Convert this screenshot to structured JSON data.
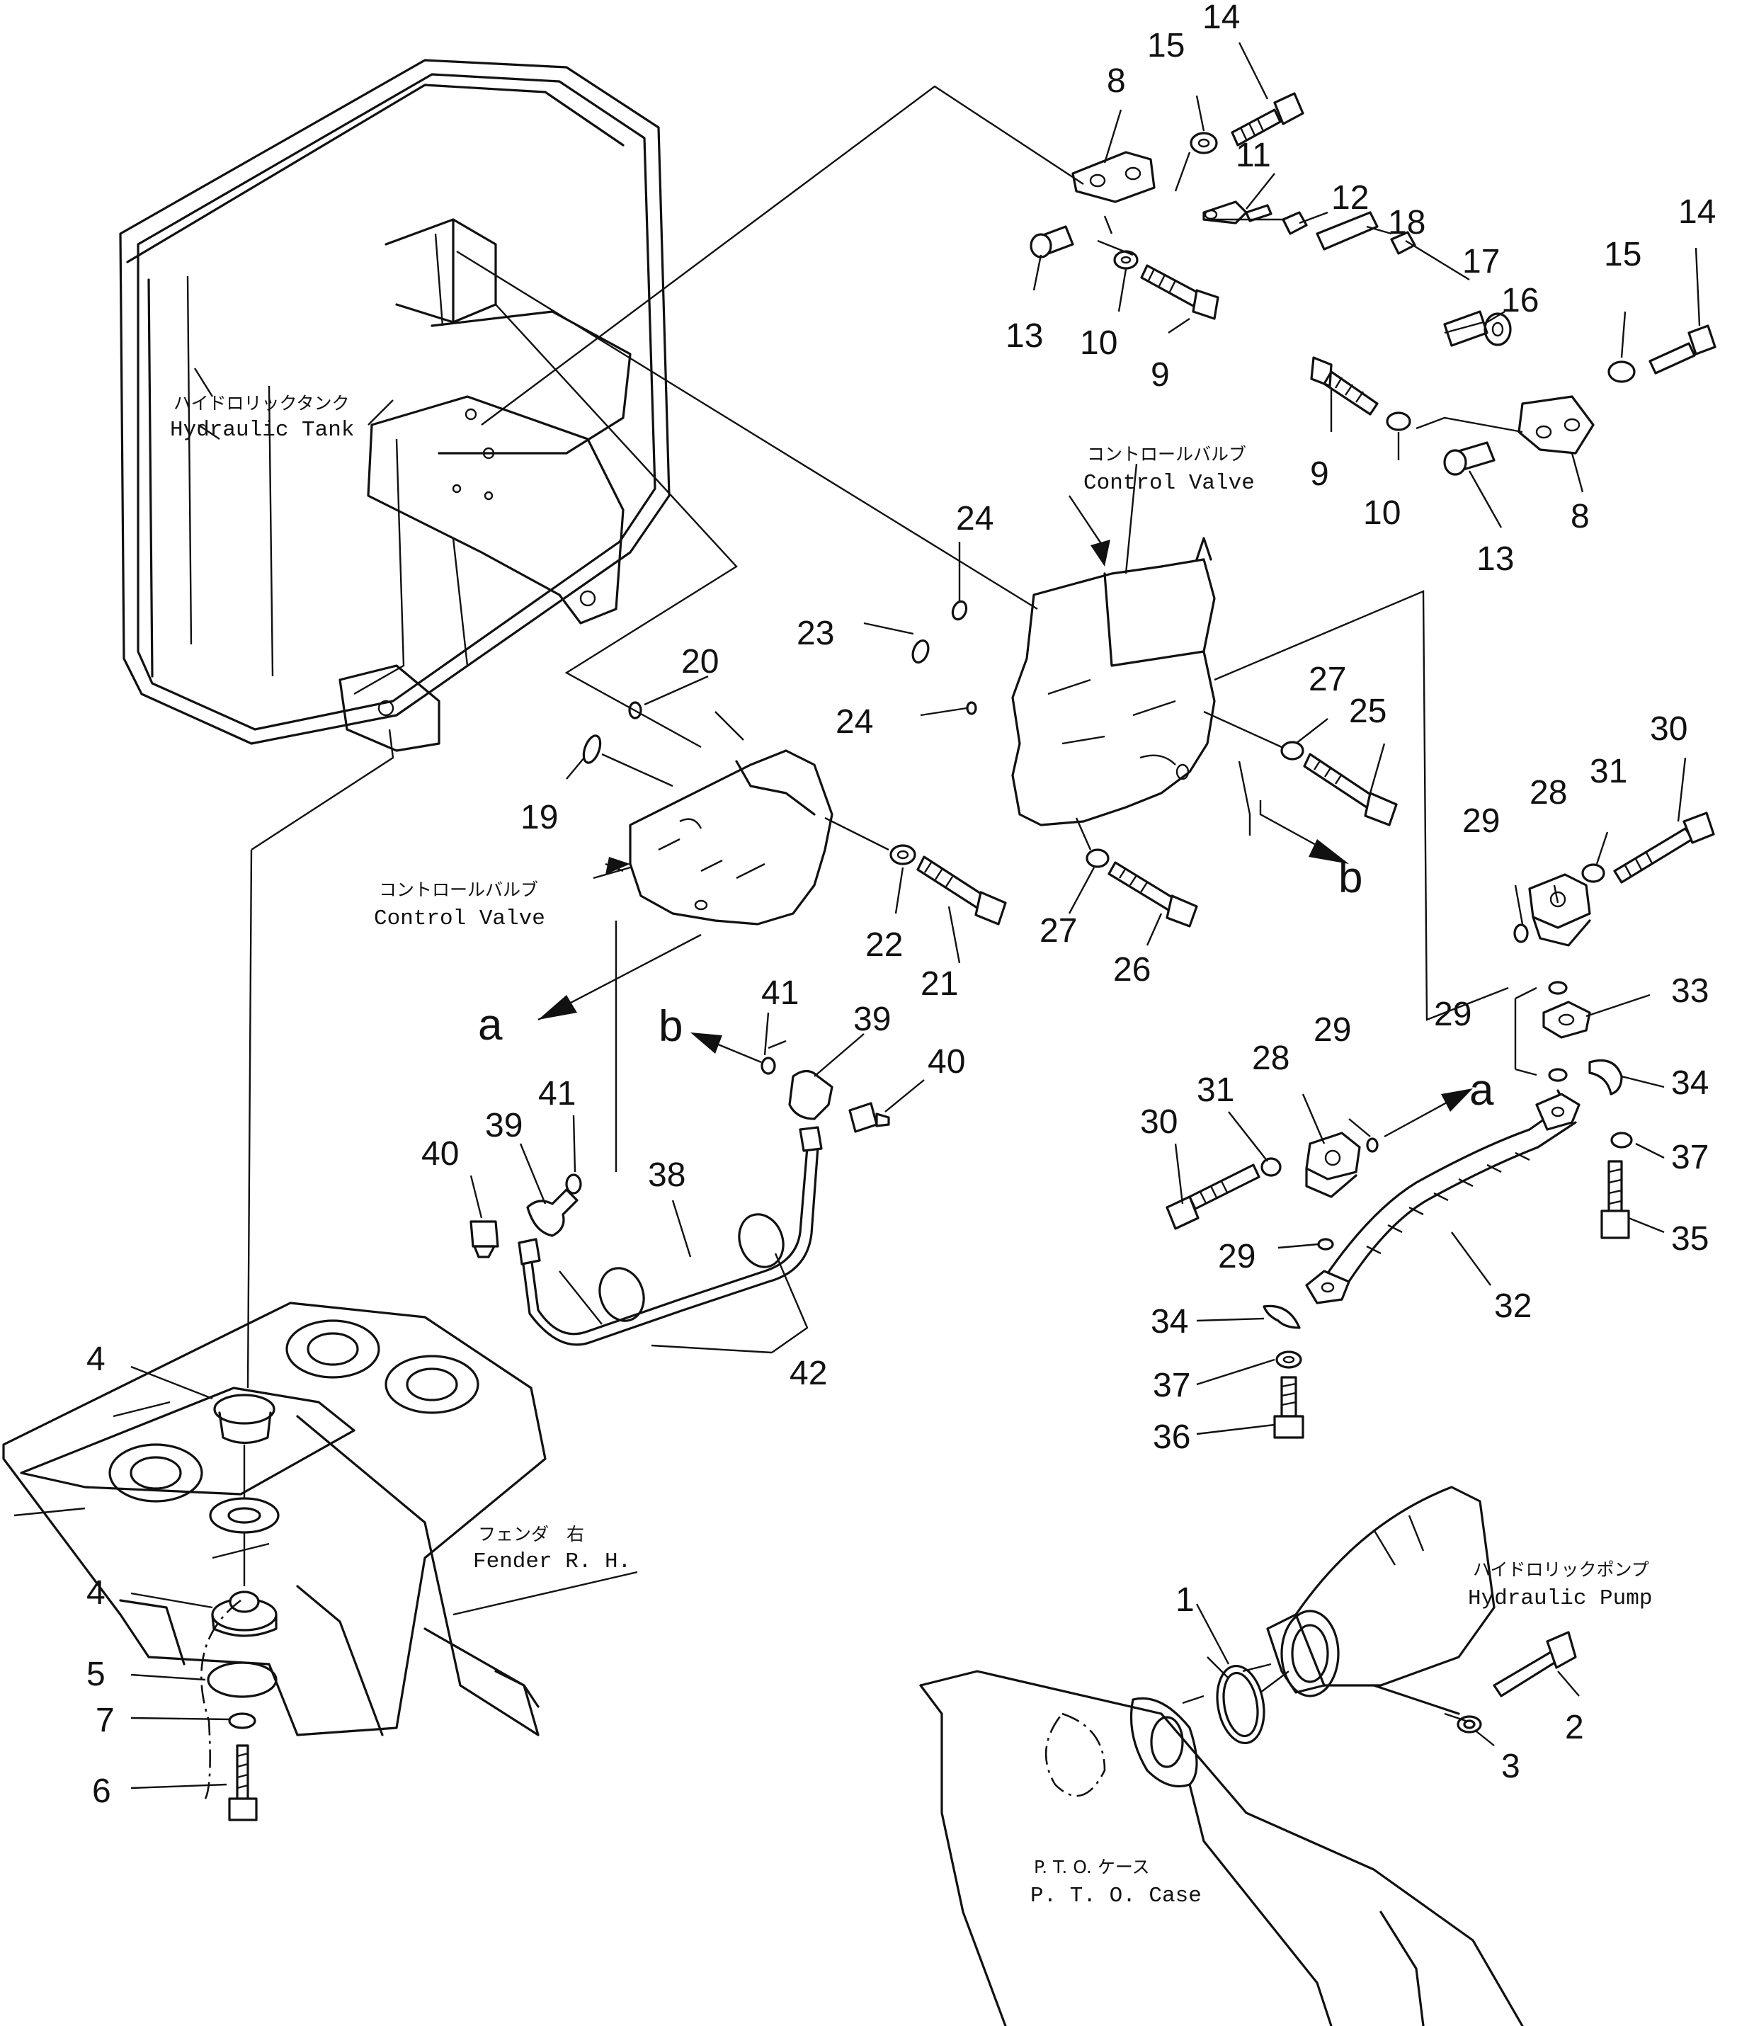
{
  "labels": {
    "hydraulic_tank": {
      "jp": "ハイドロリックタンク",
      "en": "Hydraulic  Tank"
    },
    "control_valve_1": {
      "jp": "コントロールバルブ",
      "en": "Control  Valve"
    },
    "control_valve_2": {
      "jp": "コントロールバルブ",
      "en": "Control  Valve"
    },
    "fender": {
      "jp": "フェンダ　右",
      "en": "Fender  R. H."
    },
    "hydraulic_pump": {
      "jp": "ハイドロリックポンプ",
      "en": "Hydraulic  Pump"
    },
    "pto_case": {
      "jp": "P. T. O. ケース",
      "en": "P. T. O.  Case"
    }
  },
  "connectors": {
    "a": "a",
    "b": "b"
  },
  "callouts": [
    "1",
    "2",
    "3",
    "4",
    "5",
    "6",
    "7",
    "8",
    "9",
    "10",
    "11",
    "12",
    "13",
    "14",
    "15",
    "16",
    "17",
    "18",
    "19",
    "20",
    "21",
    "22",
    "23",
    "24",
    "25",
    "26",
    "27",
    "28",
    "29",
    "30",
    "31",
    "32",
    "33",
    "34",
    "35",
    "36",
    "37",
    "38",
    "39",
    "40",
    "41",
    "42"
  ]
}
